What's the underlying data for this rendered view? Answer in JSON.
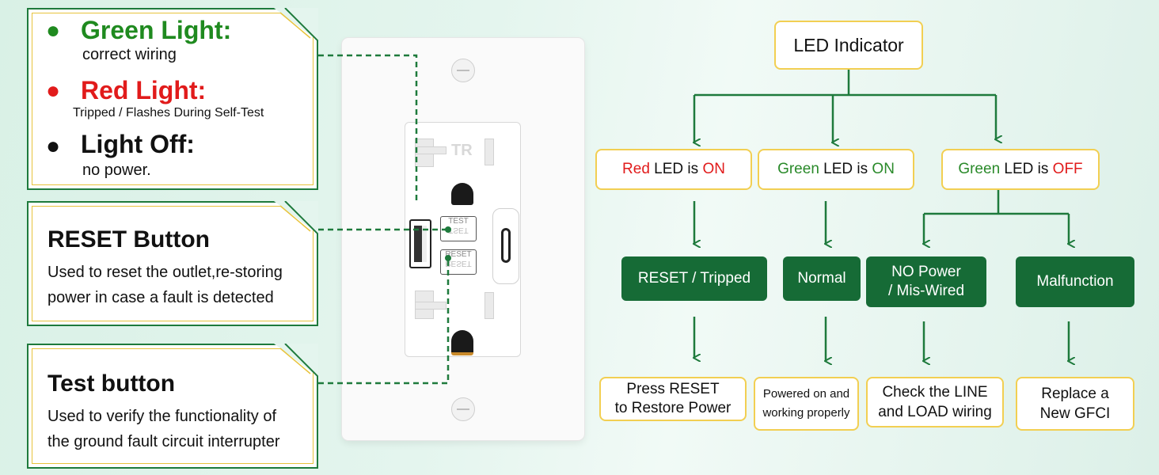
{
  "callouts": {
    "led": {
      "green_title": "Green Light:",
      "green_desc": "correct wiring",
      "red_title": "Red Light:",
      "red_desc": "Tripped / Flashes During Self-Test",
      "off_title": "Light Off:",
      "off_desc": "no power."
    },
    "reset": {
      "title": "RESET Button",
      "desc1": "Used to reset the outlet,re-storing",
      "desc2": "power in case a fault is detected"
    },
    "test": {
      "title": "Test button",
      "desc1": "Used to verify the functionality of",
      "desc2": "the ground fault circuit interrupter"
    }
  },
  "outlet": {
    "test_label": "TEST",
    "test_label_mirror": "TSET",
    "reset_label": "RESET",
    "reset_label_mirror": "RESET",
    "tr_label": "TR"
  },
  "flow": {
    "root": "LED Indicator",
    "red_on": {
      "w1": "Red",
      "w2": " LED is ",
      "w3": "ON"
    },
    "green_on": {
      "w1": "Green",
      "w2": " LED is ",
      "w3": "ON"
    },
    "green_off": {
      "w1": "Green",
      "w2": " LED is ",
      "w3": "OFF"
    },
    "reset_tripped": "RESET / Tripped",
    "normal": "Normal",
    "no_power_1": "NO Power",
    "no_power_2": "/ Mis-Wired",
    "malfunction": "Malfunction",
    "press_reset_1": "Press RESET",
    "press_reset_2": "to Restore Power",
    "powered_1": "Powered on and",
    "powered_2": "working properly",
    "check_1": "Check the LINE",
    "check_2": "and LOAD wiring",
    "replace_1": "Replace a",
    "replace_2": "New GFCI"
  },
  "colors": {
    "dark_green": "#166b36",
    "red": "#e11b1b",
    "green_text": "#2a8a2a",
    "gold": "#f2cf52"
  }
}
